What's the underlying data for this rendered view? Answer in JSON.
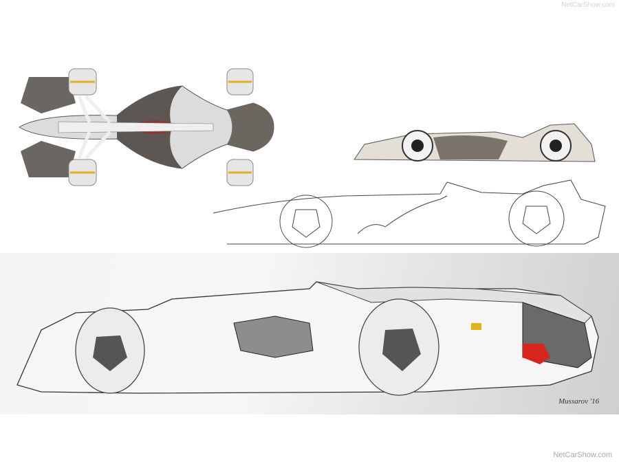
{
  "watermarks": {
    "top": "NetCarShow.com",
    "bottom": "NetCarShow.com"
  },
  "signature": "Mussarov '16",
  "artwork": {
    "description": "Concept race car design sketch sheet",
    "views": [
      {
        "name": "top-view",
        "style": "rendered, grey/silver with yellow tyre stripes"
      },
      {
        "name": "side-view-rendered",
        "style": "small rendered side profile"
      },
      {
        "name": "side-view-pencil",
        "style": "pencil line sketch side profile"
      },
      {
        "name": "three-quarter-rear-view",
        "style": "large shaded marker sketch with red tail light"
      }
    ],
    "colors": {
      "body_dark": "#5e5a55",
      "body_silver": "#d9d9d9",
      "tyre_stripe": "#e0b21e",
      "tail_light": "#d8261c",
      "line": "#333333"
    }
  }
}
